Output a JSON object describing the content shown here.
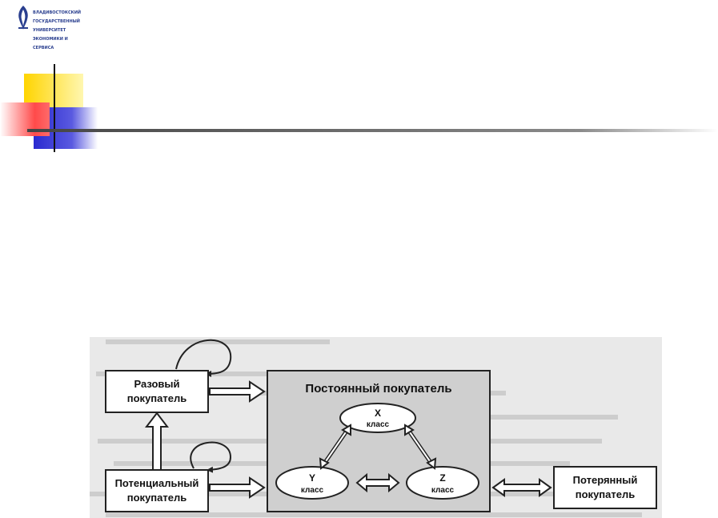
{
  "logo": {
    "lines": [
      "ВЛАДИВОСТОКСКИЙ",
      "ГОСУДАРСТВЕННЫЙ",
      "УНИВЕРСИТЕТ",
      "ЭКОНОМИКИ И",
      "СЕРВИСА"
    ]
  },
  "colors": {
    "yellow": "#ffd400",
    "red": "#ff4a4a",
    "blue": "#2a2ad0",
    "line": "#6a6a6a",
    "scan_bg": "#e9e9e9",
    "box_fill": "#cfcfcf"
  },
  "diagram": {
    "one_time": {
      "line1": "Разовый",
      "line2": "покупатель"
    },
    "potential": {
      "line1": "Потенциальный",
      "line2": "покупатель"
    },
    "permanent": {
      "title": "Постоянный покупатель"
    },
    "x": {
      "letter": "X",
      "label": "класс"
    },
    "y": {
      "letter": "Y",
      "label": "класс"
    },
    "z": {
      "letter": "Z",
      "label": "класс"
    },
    "lost": {
      "line1": "Потерянный",
      "line2": "покупатель"
    }
  }
}
